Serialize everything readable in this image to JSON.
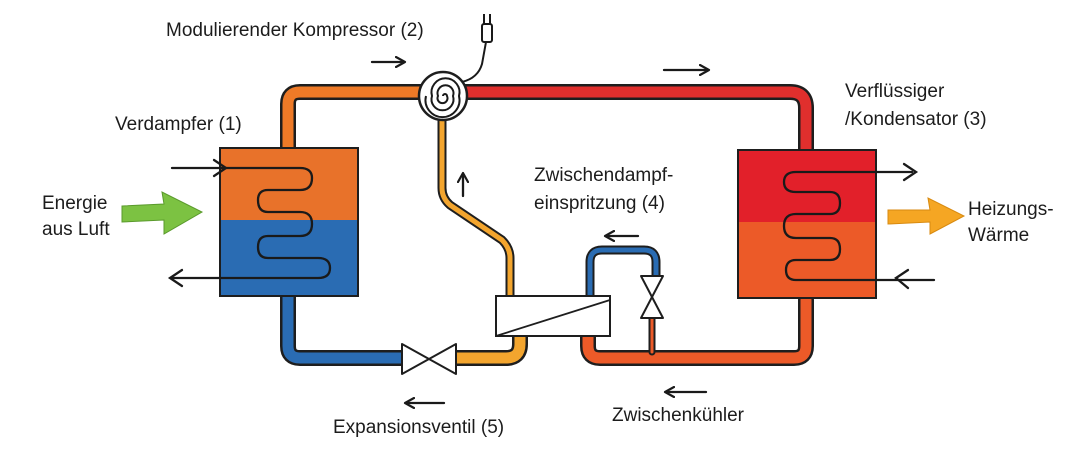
{
  "labels": {
    "compressor": "Modulierender Kompressor (2)",
    "evaporator": "Verdampfer (1)",
    "condenser_line1": "Verflüssiger",
    "condenser_line2": "/Kondensator (3)",
    "energy_line1": "Energie",
    "energy_line2": "aus Luft",
    "injection_line1": "Zwischendampf-",
    "injection_line2": "einspritzung (4)",
    "heating_line1": "Heizungs-",
    "heating_line2": "Wärme",
    "expansion_valve": "Expansionsventil (5)",
    "intercooler": "Zwischenkühler"
  },
  "colors": {
    "evaporator_top": "#e8722a",
    "evaporator_bottom": "#2a6cb3",
    "condenser_top": "#e2202a",
    "condenser_bottom": "#ec5a28",
    "pipe_blue": "#2a6cb3",
    "pipe_orange": "#ee7a27",
    "pipe_red": "#e02f2d",
    "pipe_yellow": "#f3a52e",
    "energy_arrow": "#7cc242",
    "heat_arrow": "#f5a623"
  }
}
